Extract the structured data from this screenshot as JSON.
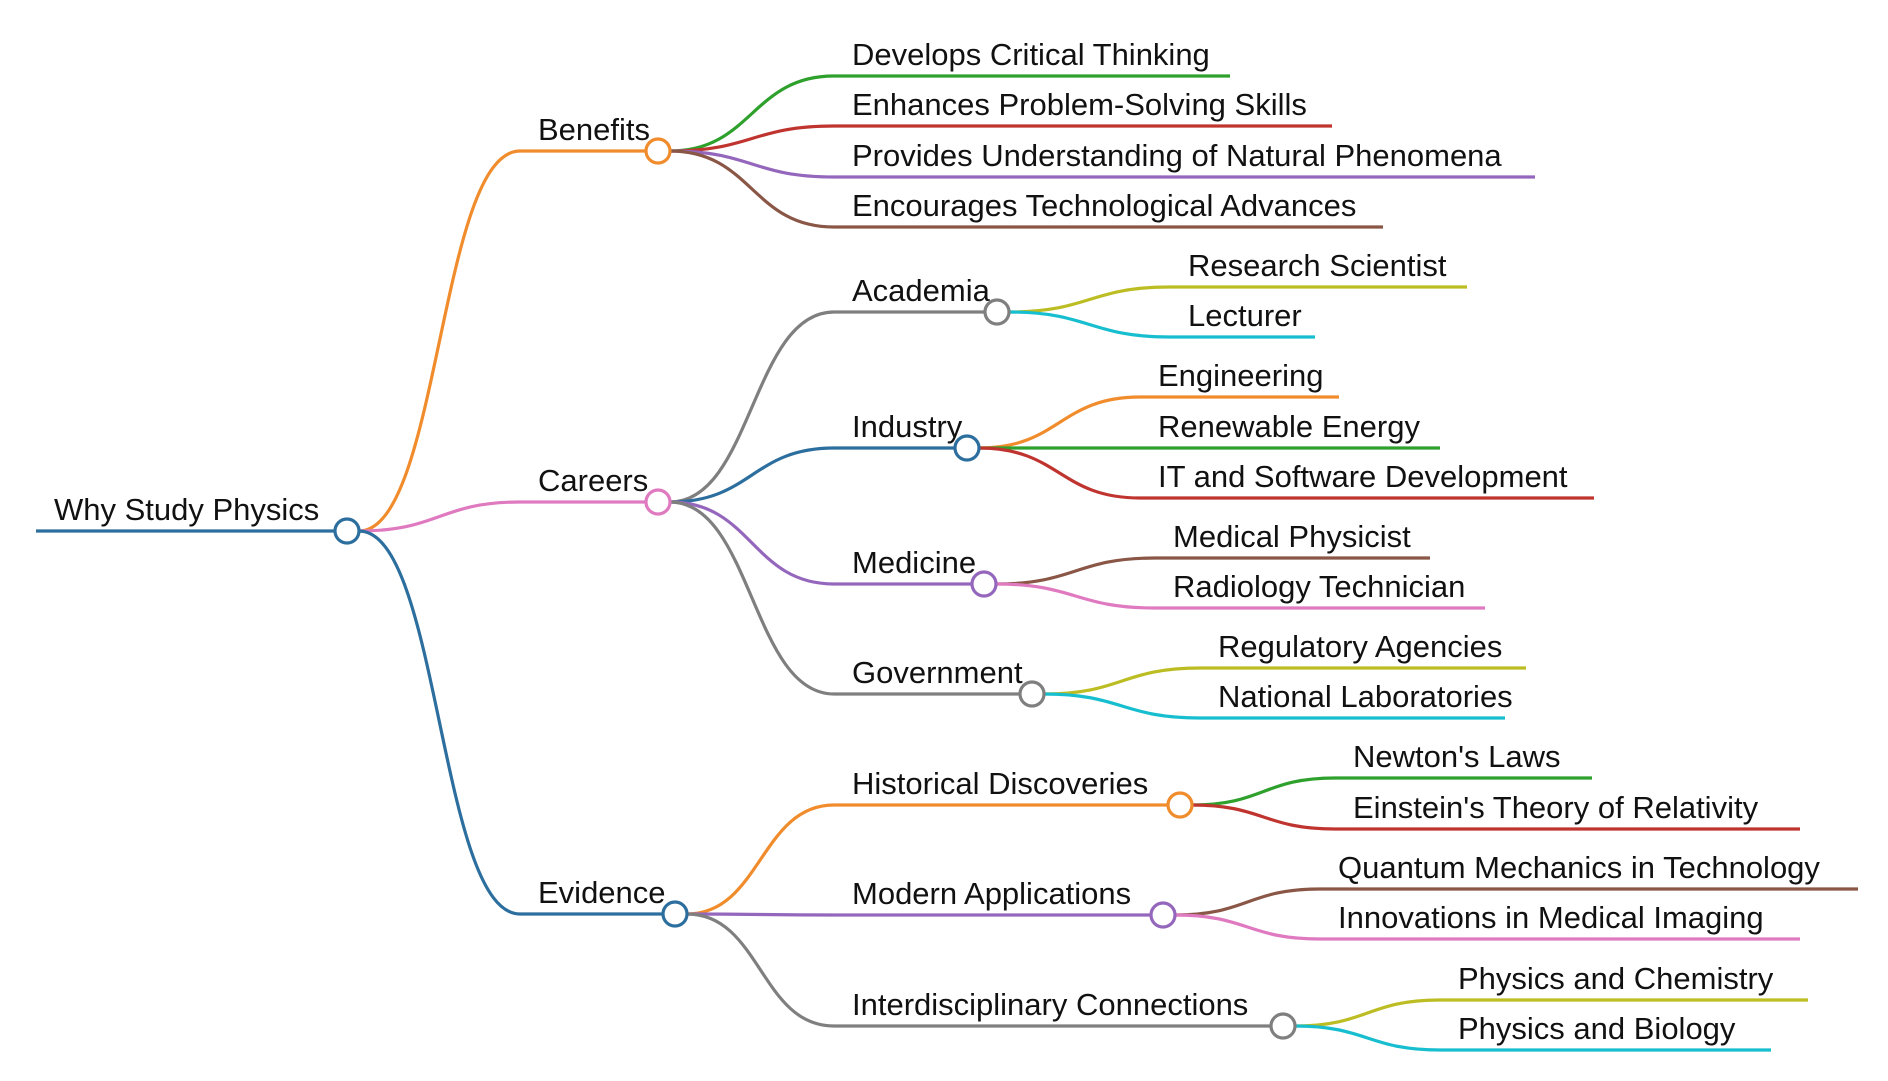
{
  "title": "",
  "colors": {
    "root": "#2c6e9e",
    "orange": "#f08c2c",
    "pink": "#e07ac0",
    "green": "#2ea02c",
    "red": "#c0342f",
    "purple": "#9467bd",
    "brown": "#8a5646",
    "gray": "#7f7f7f",
    "olive": "#bcbd22",
    "cyan": "#17becf",
    "blue": "#2c6e9e"
  },
  "root": {
    "label": "Why Study Physics",
    "color": "root",
    "children": [
      {
        "label": "Benefits",
        "color": "orange",
        "children": [
          {
            "label": "Develops Critical Thinking",
            "color": "green"
          },
          {
            "label": "Enhances Problem-Solving Skills",
            "color": "red"
          },
          {
            "label": "Provides Understanding of Natural Phenomena",
            "color": "purple"
          },
          {
            "label": "Encourages Technological Advances",
            "color": "brown"
          }
        ]
      },
      {
        "label": "Careers",
        "color": "pink",
        "children": [
          {
            "label": "Academia",
            "color": "gray",
            "children": [
              {
                "label": "Research Scientist",
                "color": "olive"
              },
              {
                "label": "Lecturer",
                "color": "cyan"
              }
            ]
          },
          {
            "label": "Industry",
            "color": "blue",
            "children": [
              {
                "label": "Engineering",
                "color": "orange"
              },
              {
                "label": "Renewable Energy",
                "color": "green"
              },
              {
                "label": "IT and Software Development",
                "color": "red"
              }
            ]
          },
          {
            "label": "Medicine",
            "color": "purple",
            "children": [
              {
                "label": "Medical Physicist",
                "color": "brown"
              },
              {
                "label": "Radiology Technician",
                "color": "pink"
              }
            ]
          },
          {
            "label": "Government",
            "color": "gray",
            "children": [
              {
                "label": "Regulatory Agencies",
                "color": "olive"
              },
              {
                "label": "National Laboratories",
                "color": "cyan"
              }
            ]
          }
        ]
      },
      {
        "label": "Evidence",
        "color": "blue",
        "children": [
          {
            "label": "Historical Discoveries",
            "color": "orange",
            "children": [
              {
                "label": "Newton's Laws",
                "color": "green"
              },
              {
                "label": "Einstein's Theory of Relativity",
                "color": "red"
              }
            ]
          },
          {
            "label": "Modern Applications",
            "color": "purple",
            "children": [
              {
                "label": "Quantum Mechanics in Technology",
                "color": "brown"
              },
              {
                "label": "Innovations in Medical Imaging",
                "color": "pink"
              }
            ]
          },
          {
            "label": "Interdisciplinary Connections",
            "color": "gray",
            "children": [
              {
                "label": "Physics and Chemistry",
                "color": "olive"
              },
              {
                "label": "Physics and Biology",
                "color": "cyan"
              }
            ]
          }
        ]
      }
    ]
  }
}
